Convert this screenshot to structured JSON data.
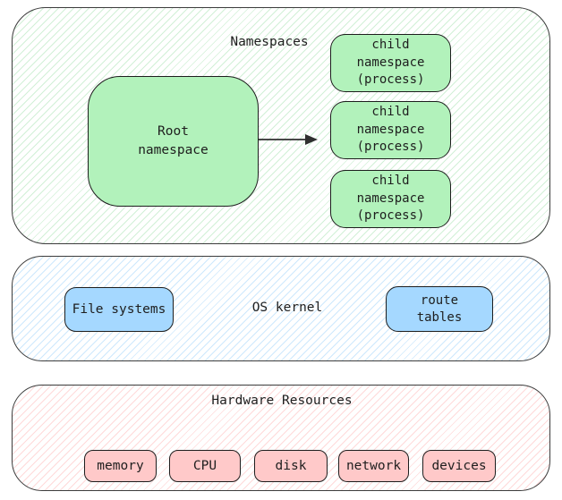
{
  "namespaces_section": {
    "title": "Namespaces",
    "root_box": {
      "label": "Root\nnamespace"
    },
    "child_boxes": [
      {
        "label": "child\nnamespace\n(process)"
      },
      {
        "label": "child\nnamespace\n(process)"
      },
      {
        "label": "child\nnamespace\n(process)"
      }
    ]
  },
  "kernel_section": {
    "title": "OS kernel",
    "file_systems_label": "File systems",
    "route_tables_label": "route\ntables"
  },
  "hardware_section": {
    "title": "Hardware Resources",
    "items": [
      "memory",
      "CPU",
      "disk",
      "network",
      "devices"
    ]
  },
  "colors": {
    "namespace_fill": "#b2f2bb",
    "kernel_fill": "#a5d8ff",
    "hardware_fill": "#ffc9c9",
    "stroke": "#1e1e1e",
    "container_stroke": "#3c3c3c"
  }
}
